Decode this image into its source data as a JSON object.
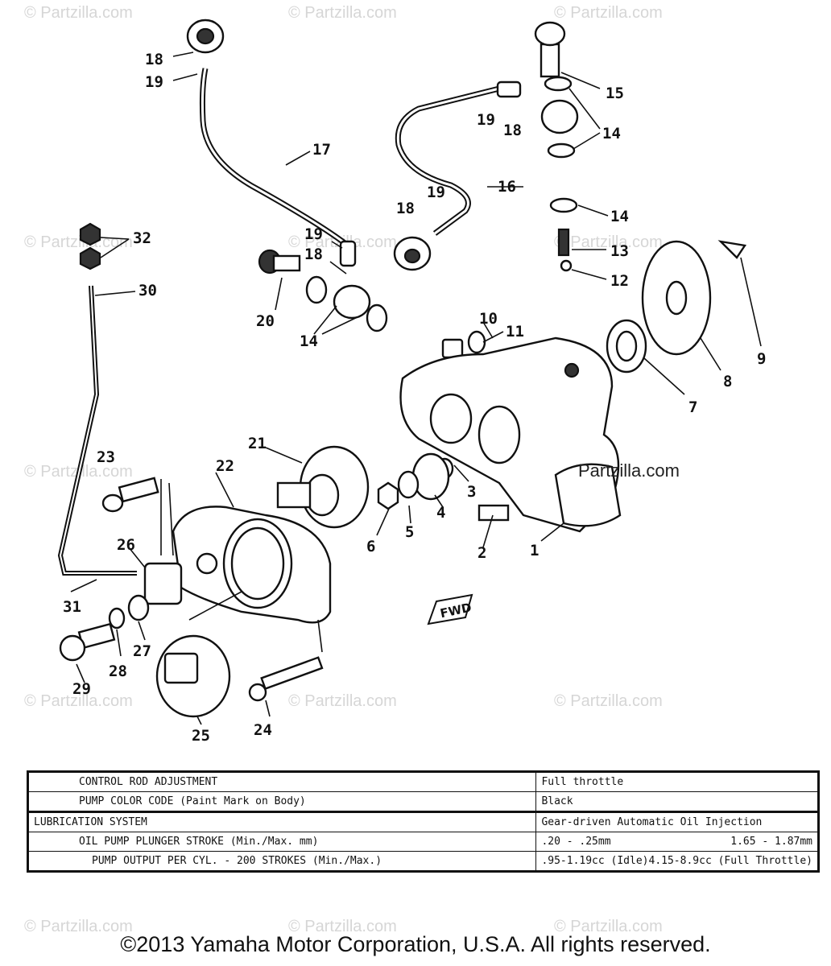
{
  "watermark": "© Partzilla.com",
  "diagram": {
    "callouts": [
      "18",
      "19",
      "17",
      "15",
      "14",
      "19",
      "18",
      "16",
      "18",
      "19",
      "14",
      "13",
      "12",
      "32",
      "30",
      "19",
      "18",
      "20",
      "14",
      "10",
      "11",
      "9",
      "8",
      "7",
      "21",
      "23",
      "22",
      "3",
      "4",
      "5",
      "6",
      "2",
      "1",
      "26",
      "31",
      "27",
      "28",
      "29",
      "24",
      "25"
    ],
    "inline_watermark": "Partzilla.com",
    "direction_mark": "FWD"
  },
  "spec_table": {
    "rows": [
      {
        "label": "CONTROL ROD ADJUSTMENT",
        "value": "Full throttle"
      },
      {
        "label": "PUMP COLOR CODE (Paint Mark on Body)",
        "value": "Black"
      },
      {
        "label": "LUBRICATION SYSTEM",
        "value": "Gear-driven Automatic Oil Injection"
      },
      {
        "label": "OIL PUMP PLUNGER STROKE (Min./Max. mm)",
        "value_a": ".20 - .25mm",
        "value_b": "1.65 - 1.87mm"
      },
      {
        "label": "PUMP OUTPUT PER CYL. - 200 STROKES (Min./Max.)",
        "value_a": ".95-1.19cc (Idle)",
        "value_b": "4.15-8.9cc (Full Throttle)"
      }
    ]
  },
  "copyright": "©2013 Yamaha Motor Corporation, U.S.A. All rights reserved."
}
